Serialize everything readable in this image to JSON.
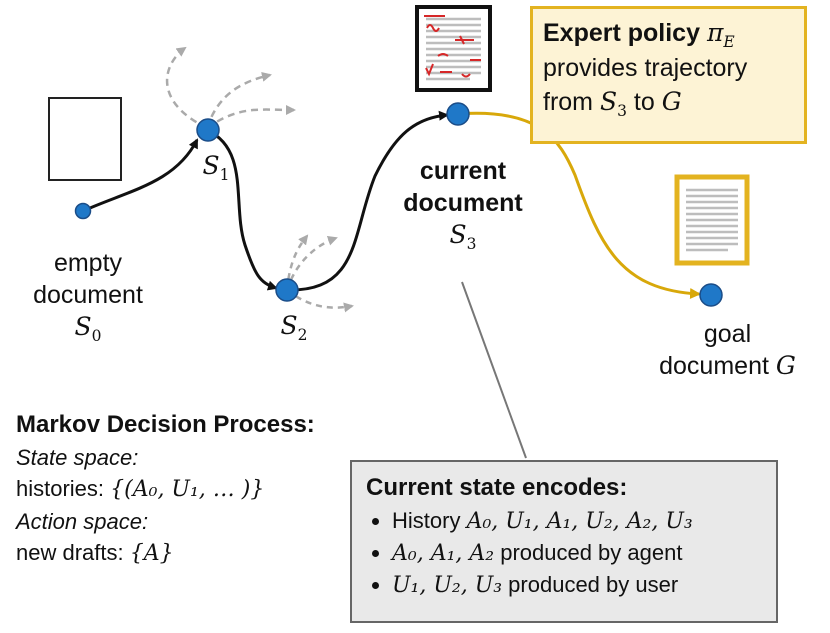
{
  "colors": {
    "node": "#1f78c8",
    "gold_path": "#d8a80a",
    "dashed": "#aaaaaa",
    "annotation_red": "#d62728",
    "expert_box_fill": "#fdf3d5",
    "expert_box_border": "#e3b320",
    "state_box_fill": "#e9e9e9"
  },
  "nodes": {
    "s0": {
      "line1": "empty",
      "line2": "document",
      "symbol": "S",
      "sub": "0"
    },
    "s1": {
      "symbol": "S",
      "sub": "1"
    },
    "s2": {
      "symbol": "S",
      "sub": "2"
    },
    "s3": {
      "line1": "current",
      "line2": "document",
      "symbol": "S",
      "sub": "3"
    },
    "goal": {
      "line1": "goal",
      "line2_text": "document ",
      "symbol": "G"
    }
  },
  "expert": {
    "bold": "Expert policy ",
    "pi": "π",
    "pi_sub": "E",
    "line2": "provides trajectory",
    "from": "from ",
    "s": "S",
    "s_sub": "3",
    "to": " to ",
    "g": "G"
  },
  "mdp": {
    "title": "Markov Decision Process:",
    "state_space_label": "State space:",
    "histories_prefix": "histories: ",
    "histories_math": "{(A₀, U₁, … )}",
    "action_space_label": "Action space:",
    "drafts_prefix": "new drafts: ",
    "drafts_math": "{A}"
  },
  "current_state": {
    "title": "Current state encodes:",
    "bullet1_prefix": "History ",
    "bullet1_math": "A₀, U₁, A₁, U₂, A₂, U₃",
    "bullet2_math": "A₀, A₁, A₂",
    "bullet2_suffix": " produced by agent",
    "bullet3_math": "U₁, U₂, U₃",
    "bullet3_suffix": " produced by user"
  }
}
